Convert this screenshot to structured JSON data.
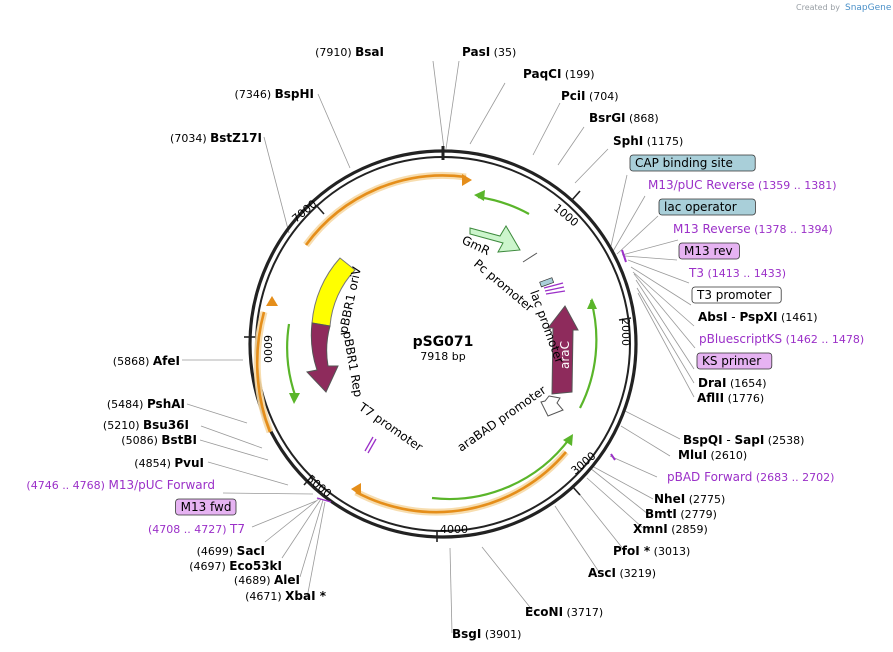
{
  "credit": {
    "text": "Created by",
    "brand": "SnapGene"
  },
  "plasmid": {
    "name": "pSG071",
    "length_label": "7918 bp",
    "length_bp": 7918
  },
  "ticks": [
    "1000",
    "2000",
    "3000",
    "4000",
    "5000",
    "6000",
    "7000"
  ],
  "enzymes": [
    {
      "name": "BsaI",
      "pos": "(7910)"
    },
    {
      "name": "PasI",
      "pos": "(35)"
    },
    {
      "name": "PaqCI",
      "pos": "(199)"
    },
    {
      "name": "PciI",
      "pos": "(704)"
    },
    {
      "name": "BsrGI",
      "pos": "(868)"
    },
    {
      "name": "SphI",
      "pos": "(1175)"
    },
    {
      "name": "AbsI",
      "name2": "PspXI",
      "pos": "(1461)"
    },
    {
      "name": "DraI",
      "pos": "(1654)"
    },
    {
      "name": "AflII",
      "pos": "(1776)"
    },
    {
      "name": "BspQI",
      "name2": "SapI",
      "pos": "(2538)"
    },
    {
      "name": "MluI",
      "pos": "(2610)"
    },
    {
      "name": "NheI",
      "pos": "(2775)"
    },
    {
      "name": "BmtI",
      "pos": "(2779)"
    },
    {
      "name": "XmnI",
      "pos": "(2859)"
    },
    {
      "name": "PfoI *",
      "pos": "(3013)"
    },
    {
      "name": "AscI",
      "pos": "(3219)"
    },
    {
      "name": "EcoNI",
      "pos": "(3717)"
    },
    {
      "name": "BsgI",
      "pos": "(3901)"
    },
    {
      "name": "XbaI *",
      "pos": "(4671)"
    },
    {
      "name": "AleI",
      "pos": "(4689)"
    },
    {
      "name": "Eco53kI",
      "pos": "(4697)"
    },
    {
      "name": "SacI",
      "pos": "(4699)"
    },
    {
      "name": "PvuI",
      "pos": "(4854)"
    },
    {
      "name": "BstBI",
      "pos": "(5086)"
    },
    {
      "name": "Bsu36I",
      "pos": "(5210)"
    },
    {
      "name": "PshAI",
      "pos": "(5484)"
    },
    {
      "name": "AfeI",
      "pos": "(5868)"
    },
    {
      "name": "BstZ17I",
      "pos": "(7034)"
    },
    {
      "name": "BspHI",
      "pos": "(7346)"
    }
  ],
  "right_features": [
    {
      "name": "CAP binding site",
      "style": "teal"
    },
    {
      "name": "M13/pUC Reverse",
      "pos": "(1359 .. 1381)",
      "style": "primer"
    },
    {
      "name": "lac operator",
      "style": "teal"
    },
    {
      "name": "M13 Reverse",
      "pos": "(1378 .. 1394)",
      "style": "primer"
    },
    {
      "name": "M13 rev",
      "style": "purplebox"
    },
    {
      "name": "T3",
      "pos": "(1413 .. 1433)",
      "style": "primer"
    },
    {
      "name": "T3 promoter",
      "style": "white"
    },
    {
      "name": "pBluescriptKS",
      "pos": "(1462 .. 1478)",
      "style": "primer"
    },
    {
      "name": "KS primer",
      "style": "purplebox"
    },
    {
      "name": "pBAD Forward",
      "pos": "(2683 .. 2702)",
      "style": "primer"
    }
  ],
  "left_features": [
    {
      "name": "M13/pUC Forward",
      "pos": "(4746 .. 4768)",
      "style": "primer"
    },
    {
      "name": "M13 fwd",
      "style": "purplebox"
    },
    {
      "name": "T7",
      "pos": "(4708 .. 4727)",
      "style": "primer"
    }
  ],
  "inner_labels": {
    "gmr": "GmR",
    "pc_promoter": "Pc promoter",
    "lac_promoter": "lac promoter",
    "arac": "araC",
    "arabad_promoter": "araBAD promoter",
    "t7_promoter": "T7 promoter",
    "pbbr1_rep": "pBBR1 Rep",
    "pbbr1_oriv": "pBBR1 oriV"
  },
  "colors": {
    "backbone": "#222222",
    "orange": "#f2a63a",
    "green": "#5ab52a",
    "yellow": "#ffff00",
    "maroon": "#8e2b5c",
    "light_green": "#ccf5cc",
    "teal_box": "#a9cfd9",
    "purple_box": "#e6b3f2",
    "primer": "#9b30c8"
  }
}
